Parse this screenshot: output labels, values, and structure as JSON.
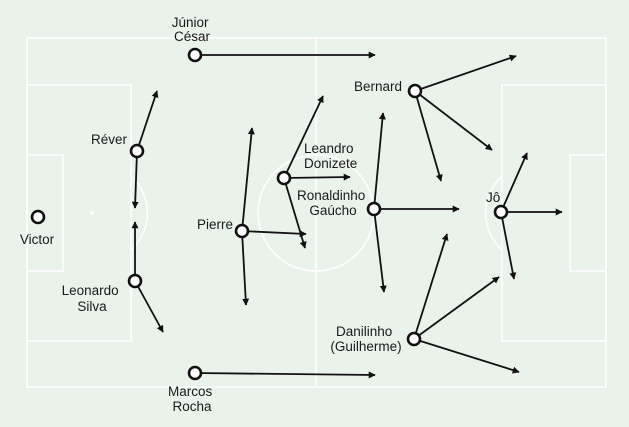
{
  "colors": {
    "pitch": "#e9f3ea",
    "lines": "#ffffff",
    "ink": "#111111",
    "background": "#ffffff"
  },
  "players": [
    {
      "id": "victor",
      "lines": [
        "Victor"
      ]
    },
    {
      "id": "rever",
      "lines": [
        "Réver"
      ]
    },
    {
      "id": "leonardo-silva",
      "lines": [
        "Leonardo",
        "Silva"
      ]
    },
    {
      "id": "junior-cesar",
      "lines": [
        "Júnior",
        "César"
      ]
    },
    {
      "id": "marcos-rocha",
      "lines": [
        "Marcos",
        "Rocha"
      ]
    },
    {
      "id": "pierre",
      "lines": [
        "Pierre"
      ]
    },
    {
      "id": "leandro-donizete",
      "lines": [
        "Leandro",
        "Donizete"
      ]
    },
    {
      "id": "ronaldinho-gaucho",
      "lines": [
        "Ronaldinho",
        "Gaúcho"
      ]
    },
    {
      "id": "bernard",
      "lines": [
        "Bernard"
      ]
    },
    {
      "id": "danilinho",
      "lines": [
        "Danilinho",
        "(Guilherme)"
      ]
    },
    {
      "id": "jo",
      "lines": [
        "Jô"
      ]
    }
  ]
}
